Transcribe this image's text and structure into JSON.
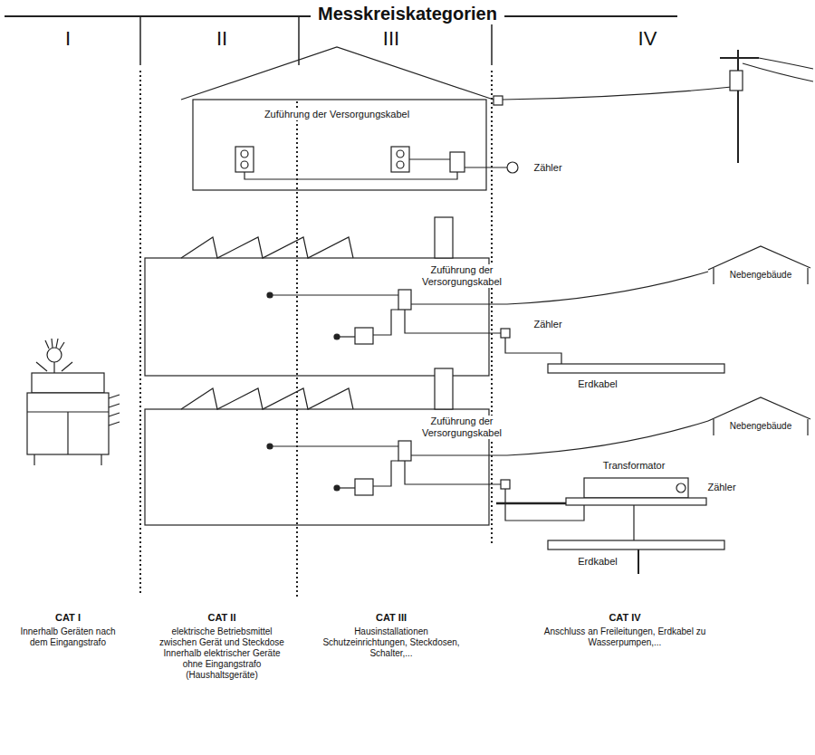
{
  "diagram": {
    "title": "Messkreiskategorien",
    "labels": [
      "I",
      "II",
      "III",
      "IV",
      "Zuführung der Versorgungskabel",
      "Zähler",
      "Zuführung der Versorgungskabel",
      "Nebengebäude",
      "Zähler",
      "Erdkabel",
      "Zuführung der Versorgungskabel",
      "Nebengebäude",
      "Transformator",
      "Zähler",
      "Erdkabel",
      "CAT I",
      "Innerhalb Geräten nach dem Eingangstrafo",
      "CAT II",
      "elektrische Betriebsmittel zwischen Gerät und Steckdose Innerhalb elektrischer Geräte ohne Eingangstrafo (Haushaltsgeräte)",
      "CAT III",
      "Hausinstallationen Schutzeinrichtungen, Steckdosen, Schalter,...",
      "CAT IV",
      "Anschluss an Freileitungen, Erdkabel zu Wasserpumpen,..."
    ]
  }
}
